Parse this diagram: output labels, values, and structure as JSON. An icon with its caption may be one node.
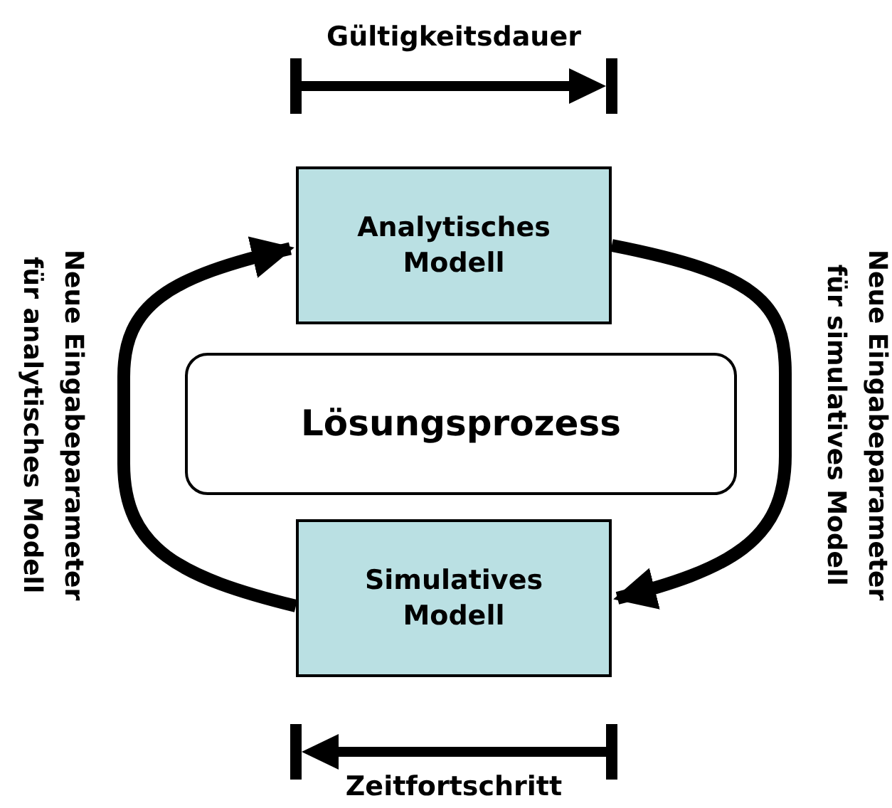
{
  "diagram": {
    "nodes": [
      {
        "text": [
          "Analytisches Modell"
        ]
      },
      {
        "text": [
          "Lösungsprozess"
        ]
      },
      {
        "text": [
          "Simulatives Modell"
        ]
      }
    ],
    "edges": [
      {
        "from": 0,
        "to": 2,
        "arrow": "to",
        "label": "Neue Eingabeparameter für simulatives Modell"
      },
      {
        "from": 2,
        "to": 0,
        "arrow": "to",
        "label": "Neue Eingabeparameter für analytisches Modell"
      }
    ],
    "labels": [
      "Gültigkeitsdauer",
      "Zeitfortschritt"
    ]
  }
}
